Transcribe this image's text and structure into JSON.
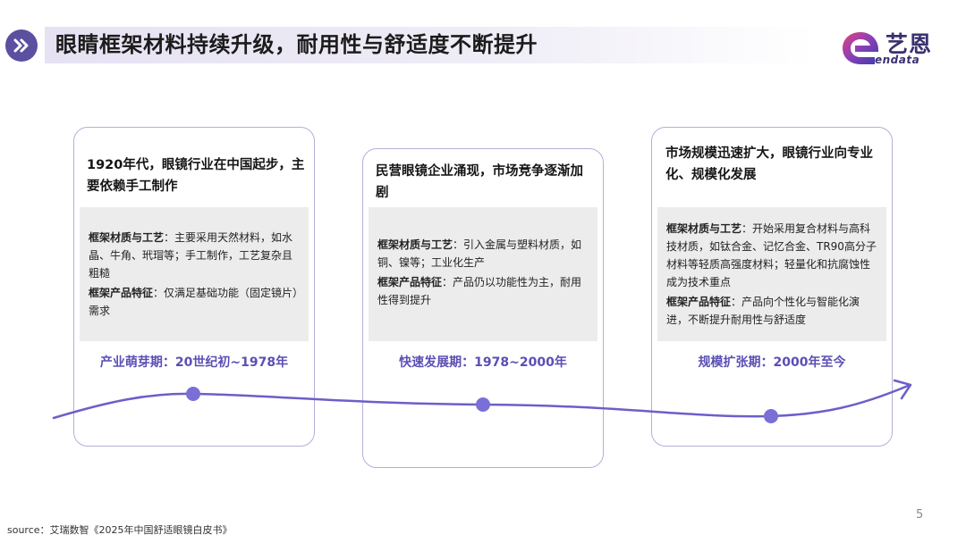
{
  "header": {
    "title": "眼睛框架材料持续升级，耐用性与舒适度不断提升"
  },
  "logo": {
    "cn": "艺恩",
    "en": "endata"
  },
  "stages": [
    {
      "title": "1920年代，眼镜行业在中国起步，主要依赖手工制作",
      "material_label": "框架材质与工艺",
      "material_text": "：主要采用天然材料，如水晶、牛角、玳瑁等；手工制作，工艺复杂且粗糙",
      "product_label": "框架产品特征",
      "product_text": "：仅满足基础功能（固定镜片）需求",
      "period": "产业萌芽期：20世纪初~1978年"
    },
    {
      "title": "民营眼镜企业涌现，市场竞争逐渐加剧",
      "material_label": "框架材质与工艺",
      "material_text": "：引入金属与塑料材质，如铜、镍等；工业化生产",
      "product_label": "框架产品特征",
      "product_text": "：产品仍以功能性为主，耐用性得到提升",
      "period": "快速发展期：1978~2000年"
    },
    {
      "title": "市场规模迅速扩大，眼镜行业向专业化、规模化发展",
      "material_label": "框架材质与工艺",
      "material_text": "：开始采用复合材料与高科技材质，如钛合金、记忆合金、TR90高分子材料等轻质高强度材料；轻量化和抗腐蚀性成为技术重点",
      "product_label": "框架产品特征",
      "product_text": "：产品向个性化与智能化演进，不断提升耐用性与舒适度",
      "period": "规模扩张期：2000年至今"
    }
  ],
  "footer": {
    "source": "source：艾瑞数智《2025年中国舒适眼镜白皮书》",
    "page": "5"
  },
  "colors": {
    "accent": "#5a4fb5",
    "line": "#6b5fc9",
    "card_border": "#b5aed8",
    "detail_bg": "#ececec"
  }
}
